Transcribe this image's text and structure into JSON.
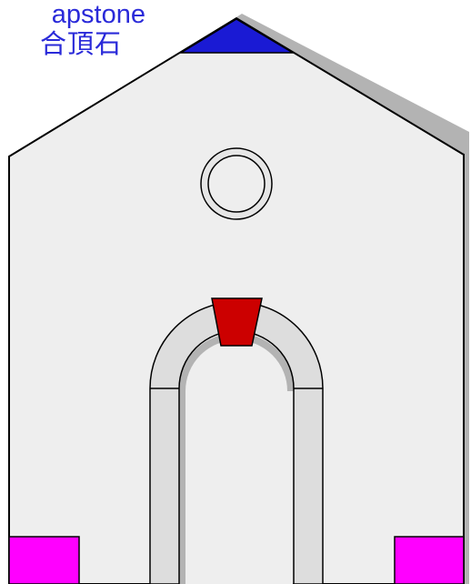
{
  "callout": {
    "label_en": "apstone",
    "label_zh": "合頂石"
  },
  "colors": {
    "wall_fill": "#eeeeee",
    "wall_shadow": "#b3b3b3",
    "outline": "#000000",
    "arch_band": "#dddddd",
    "capstone": "#1a1ad4",
    "keystone": "#cc0000",
    "cornerstone": "#ff00ff",
    "label_text": "#2a2ad9"
  },
  "icons": {
    "capstone": "triangle",
    "keystone": "trapezoid",
    "cornerstones": "square",
    "window": "rose-window-circle"
  }
}
